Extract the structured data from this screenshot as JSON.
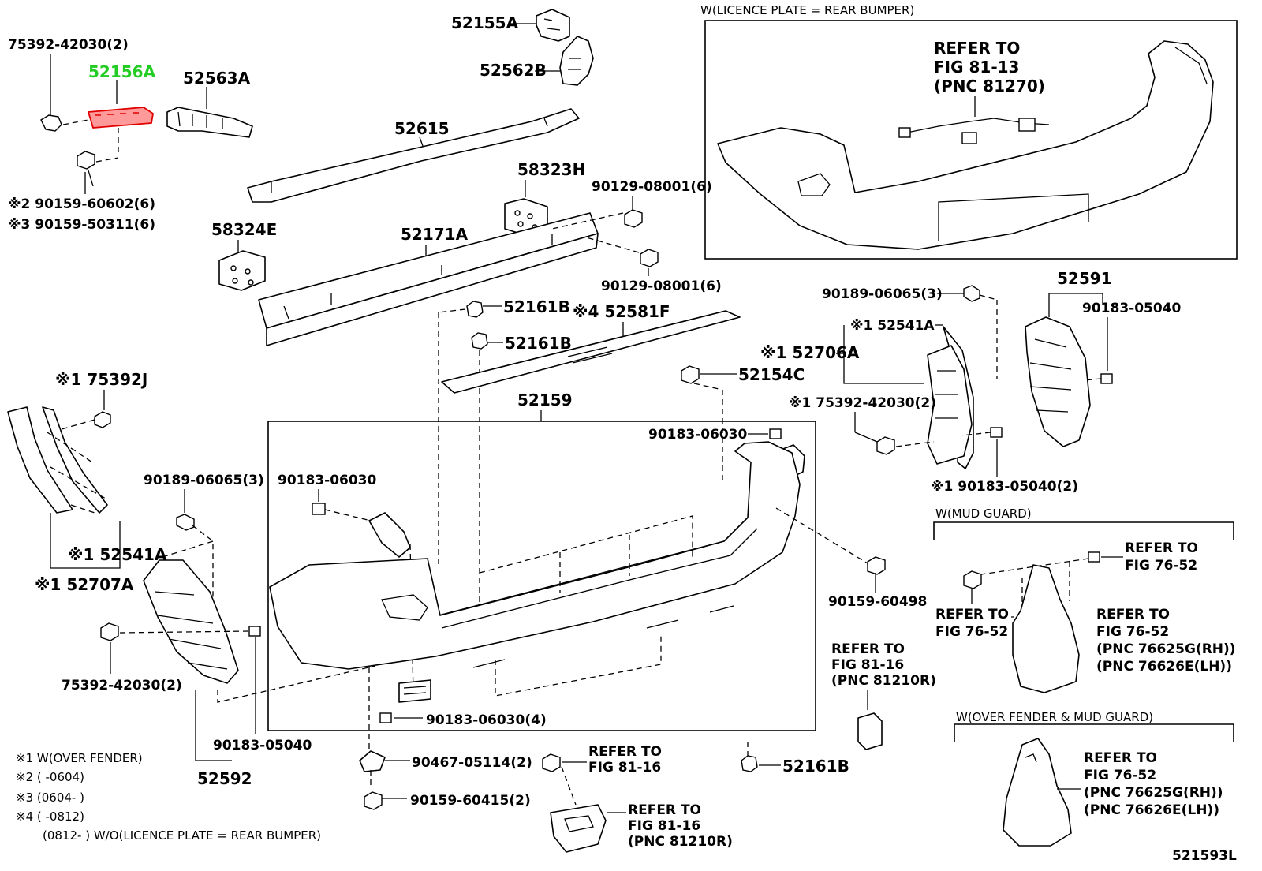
{
  "labels": {
    "p75392_42030_top": "75392-42030(2)",
    "p52156A": "52156A",
    "p52563A": "52563A",
    "p52155A": "52155A",
    "p52562B": "52562B",
    "p52615": "52615",
    "p58323H": "58323H",
    "p90129_08001_a": "90129-08001(6)",
    "p90129_08001_b": "90129-08001(6)",
    "p58324E": "58324E",
    "p52171A": "52171A",
    "p90159_60602": "※2 90159-60602(6)",
    "p90159_50311": "※3 90159-50311(6)",
    "p52161B_a": "52161B",
    "p52161B_b": "52161B",
    "p52161B_c": "52161B",
    "p52581F": "※4 52581F",
    "p52154C": "52154C",
    "p52706A": "※1 52706A",
    "p52541A_r": "※1 52541A",
    "p52591": "52591",
    "p90189_06065_r": "90189-06065(3)",
    "p90183_05040_r": "90183-05040",
    "p75392_42030_r": "※1 75392-42030(2)",
    "p90183_05040_2": "※1 90183-05040(2)",
    "p52159": "52159",
    "p90183_06030_a": "90183-06030",
    "p90183_06030_b": "90183-06030",
    "p90183_06030_4": "90183-06030(4)",
    "p90159_60498": "90159-60498",
    "p75392J": "※1 75392J",
    "p52541A_l": "※1 52541A",
    "p52707A": "※1 52707A",
    "p90189_06065_l": "90189-06065(3)",
    "p75392_42030_l": "75392-42030(2)",
    "p90183_05040_l": "90183-05040",
    "p52592": "52592",
    "p90467_05114": "90467-05114(2)",
    "p90159_60415": "90159-60415(2)",
    "diagram_id": "521593L"
  },
  "refs": {
    "r81_13": [
      "REFER TO",
      "FIG 81-13",
      "(PNC 81270)"
    ],
    "r81_16_a": [
      "REFER TO",
      "FIG 81-16",
      "(PNC 81210R)"
    ],
    "r81_16_b": [
      "REFER TO",
      "FIG 81-16"
    ],
    "r81_16_c": [
      "REFER TO",
      "FIG 81-16",
      "(PNC 81210R)"
    ],
    "r76_52_a": [
      "REFER TO",
      "FIG 76-52"
    ],
    "r76_52_b": [
      "REFER TO",
      "FIG 76-52"
    ],
    "r76_52_c": [
      "REFER TO",
      "FIG 76-52",
      "(PNC 76625G(RH))",
      "(PNC 76626E(LH))"
    ],
    "r76_52_d": [
      "REFER TO",
      "FIG 76-52",
      "(PNC 76625G(RH))",
      "(PNC 76626E(LH))"
    ]
  },
  "boxes": {
    "licence_plate": "W(LICENCE PLATE = REAR BUMPER)",
    "mud_guard": "W(MUD GUARD)",
    "over_fender_mud_guard": "W(OVER FENDER & MUD GUARD)"
  },
  "notes": [
    "※1 W(OVER FENDER)",
    "※2 (      -0604)",
    "※3 (0604-      )",
    "※4 (      -0812)",
    "(0812-      ) W/O(LICENCE PLATE = REAR BUMPER)"
  ],
  "colors": {
    "highlight_text": "#22cc22",
    "highlight_part": "#e00000",
    "line": "#000000"
  }
}
